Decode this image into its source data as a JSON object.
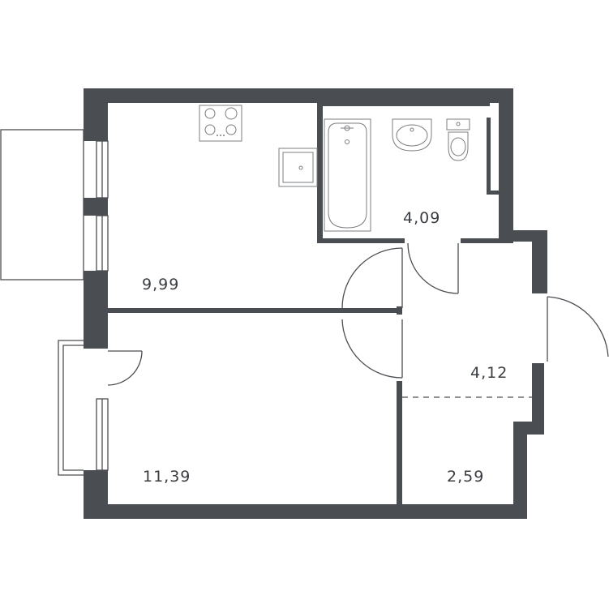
{
  "rooms": [
    {
      "id": "kitchen",
      "area": "9,99"
    },
    {
      "id": "bathroom",
      "area": "4,09"
    },
    {
      "id": "hallway",
      "area": "4,12"
    },
    {
      "id": "living-room",
      "area": "11,39"
    },
    {
      "id": "storage",
      "area": "2,59"
    }
  ],
  "colors": {
    "wall": "#4a4d52",
    "fixture": "#7a7d82",
    "label": "#3a3d42",
    "background": "#ffffff"
  }
}
